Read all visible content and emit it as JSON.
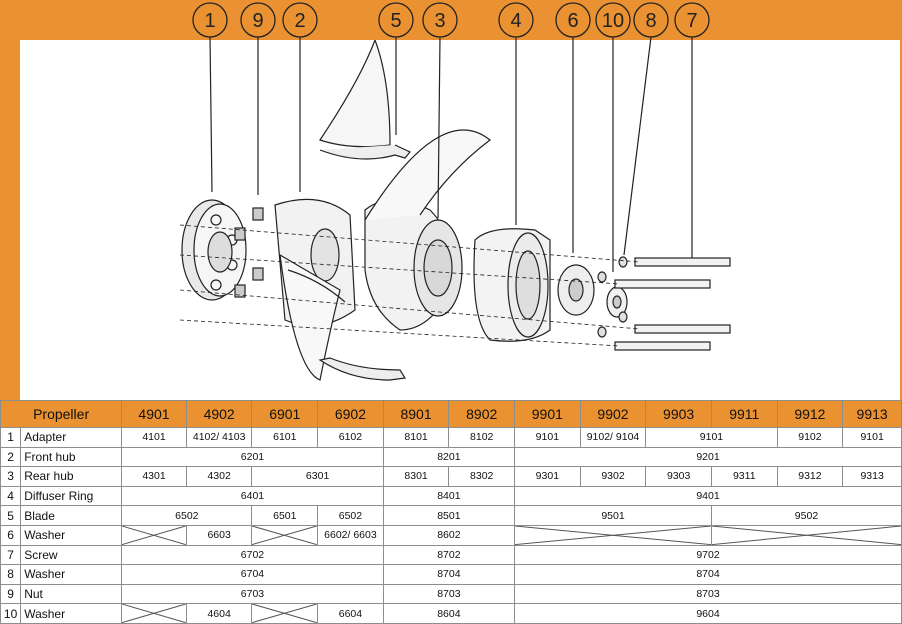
{
  "callouts": [
    "1",
    "9",
    "2",
    "5",
    "3",
    "4",
    "6",
    "10",
    "8",
    "7"
  ],
  "table": {
    "header_label": "Propeller",
    "models": [
      "4901",
      "4902",
      "6901",
      "6902",
      "8901",
      "8902",
      "9901",
      "9902",
      "9903",
      "9911",
      "9912",
      "9913"
    ],
    "rows": [
      {
        "num": "1",
        "name": "Adapter",
        "cells": [
          {
            "text": "4101"
          },
          {
            "text": "4102/ 4103"
          },
          {
            "text": "6101"
          },
          {
            "text": "6102"
          },
          {
            "text": "8101"
          },
          {
            "text": "8102"
          },
          {
            "text": "9101"
          },
          {
            "text": "9102/ 9104"
          },
          {
            "text": "9101",
            "span": 2
          },
          {
            "text": "9102"
          },
          {
            "text": "9101"
          }
        ]
      },
      {
        "num": "2",
        "name": "Front hub",
        "cells": [
          {
            "text": "6201",
            "span": 4
          },
          {
            "text": "8201",
            "span": 2
          },
          {
            "text": "9201",
            "span": 6
          }
        ]
      },
      {
        "num": "3",
        "name": "Rear hub",
        "cells": [
          {
            "text": "4301"
          },
          {
            "text": "4302"
          },
          {
            "text": "6301",
            "span": 2
          },
          {
            "text": "8301"
          },
          {
            "text": "8302"
          },
          {
            "text": "9301"
          },
          {
            "text": "9302"
          },
          {
            "text": "9303"
          },
          {
            "text": "9311"
          },
          {
            "text": "9312"
          },
          {
            "text": "9313"
          }
        ]
      },
      {
        "num": "4",
        "name": "Diffuser Ring",
        "cells": [
          {
            "text": "6401",
            "span": 4
          },
          {
            "text": "8401",
            "span": 2
          },
          {
            "text": "9401",
            "span": 6
          }
        ]
      },
      {
        "num": "5",
        "name": "Blade",
        "cells": [
          {
            "text": "6502",
            "span": 2
          },
          {
            "text": "6501"
          },
          {
            "text": "6502"
          },
          {
            "text": "8501",
            "span": 2
          },
          {
            "text": "9501",
            "span": 3
          },
          {
            "text": "9502",
            "span": 3
          }
        ]
      },
      {
        "num": "6",
        "name": "Washer",
        "cells": [
          {
            "text": "",
            "cross": true
          },
          {
            "text": "6603"
          },
          {
            "text": "",
            "cross": true
          },
          {
            "text": "6602/ 6603"
          },
          {
            "text": "8602",
            "span": 2
          },
          {
            "text": "",
            "cross": true,
            "span": 3
          },
          {
            "text": "",
            "cross": true,
            "span": 3
          }
        ]
      },
      {
        "num": "7",
        "name": "Screw",
        "cells": [
          {
            "text": "6702",
            "span": 4
          },
          {
            "text": "8702",
            "span": 2
          },
          {
            "text": "9702",
            "span": 6
          }
        ]
      },
      {
        "num": "8",
        "name": "Washer",
        "cells": [
          {
            "text": "6704",
            "span": 4
          },
          {
            "text": "8704",
            "span": 2
          },
          {
            "text": "8704",
            "span": 6
          }
        ]
      },
      {
        "num": "9",
        "name": "Nut",
        "cells": [
          {
            "text": "6703",
            "span": 4
          },
          {
            "text": "8703",
            "span": 2
          },
          {
            "text": "8703",
            "span": 6
          }
        ]
      },
      {
        "num": "10",
        "name": "Washer",
        "cells": [
          {
            "text": "",
            "cross": true
          },
          {
            "text": "4604"
          },
          {
            "text": "",
            "cross": true
          },
          {
            "text": "6604"
          },
          {
            "text": "8604",
            "span": 2
          },
          {
            "text": "9604",
            "span": 6
          }
        ]
      }
    ]
  }
}
